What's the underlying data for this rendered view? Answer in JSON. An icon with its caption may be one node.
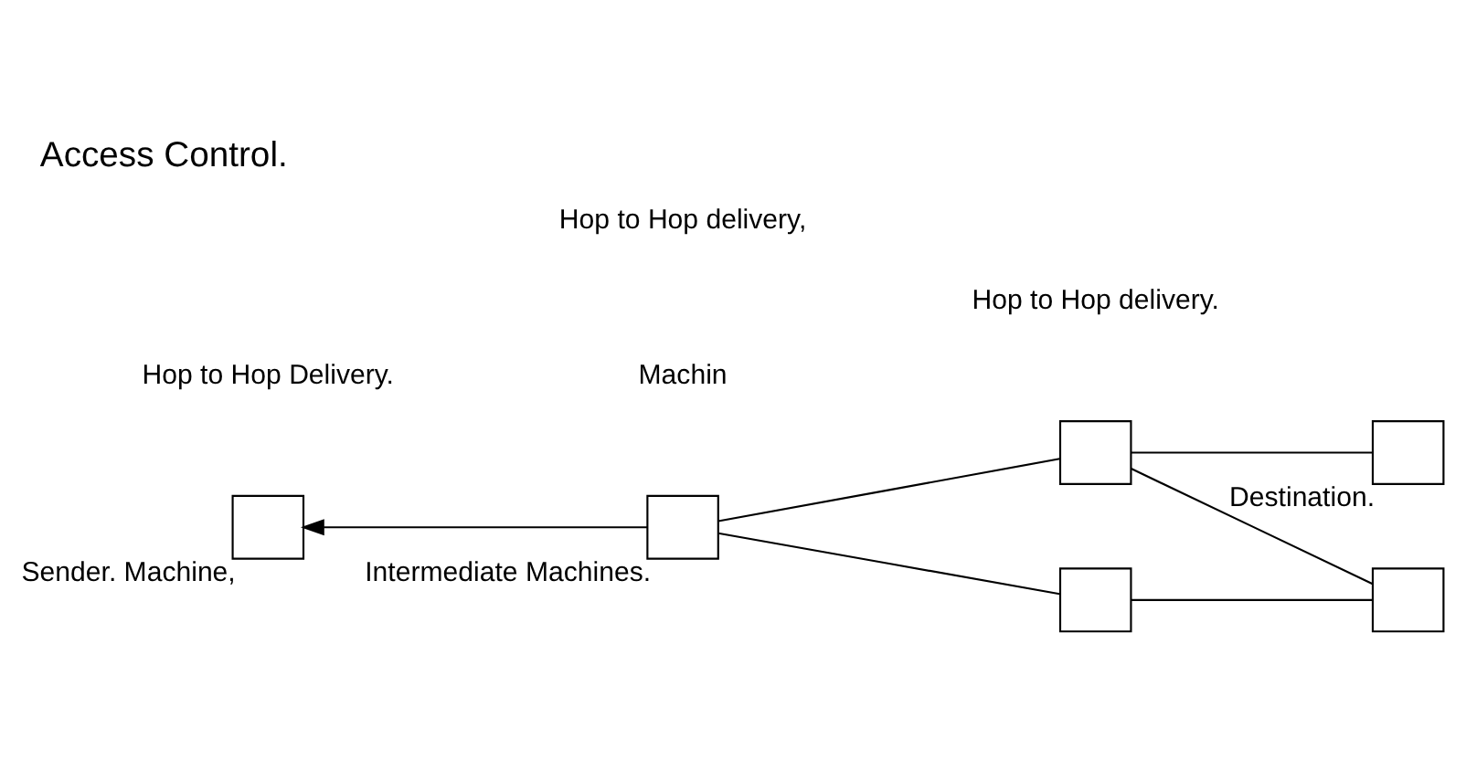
{
  "diagram": {
    "title": "Access Control.",
    "nodes": [
      {
        "text": [],
        "shape": "box",
        "beside": [
          "Sender. Machine,"
        ]
      },
      {
        "text": [],
        "shape": "box",
        "beside": [
          "Intermediate Machines."
        ]
      },
      {
        "text": [],
        "shape": "box"
      },
      {
        "text": [],
        "shape": "box",
        "beside": [
          "Destination."
        ]
      },
      {
        "text": [],
        "shape": "box"
      },
      {
        "text": [],
        "shape": "box"
      }
    ],
    "edges": [
      {
        "from": 1,
        "to": 0,
        "arrow": "to"
      },
      {
        "from": 1,
        "to": 2,
        "arrow": "none"
      },
      {
        "from": 1,
        "to": 4,
        "arrow": "none"
      },
      {
        "from": 2,
        "to": 3,
        "arrow": "none"
      },
      {
        "from": 2,
        "to": 5,
        "arrow": "none"
      },
      {
        "from": 4,
        "to": 5,
        "arrow": "none"
      }
    ],
    "labels": [
      "Machin",
      "Hop to Hop delivery,",
      "Hop to Hop delivery.",
      "Hop to Hop Delivery."
    ]
  }
}
